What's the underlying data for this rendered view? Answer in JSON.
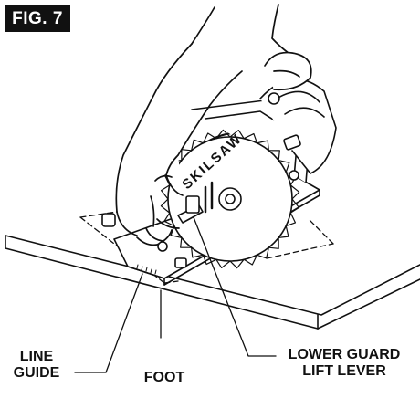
{
  "figure": {
    "label": "FIG. 7"
  },
  "saw": {
    "brand": "SKILSAW"
  },
  "labels": {
    "line": "LINE",
    "guide": "GUIDE",
    "foot": "FOOT",
    "lower_guard": "LOWER GUARD",
    "lift_lever": "LIFT LEVER"
  },
  "colors": {
    "ink": "#111111",
    "paper": "#ffffff"
  }
}
